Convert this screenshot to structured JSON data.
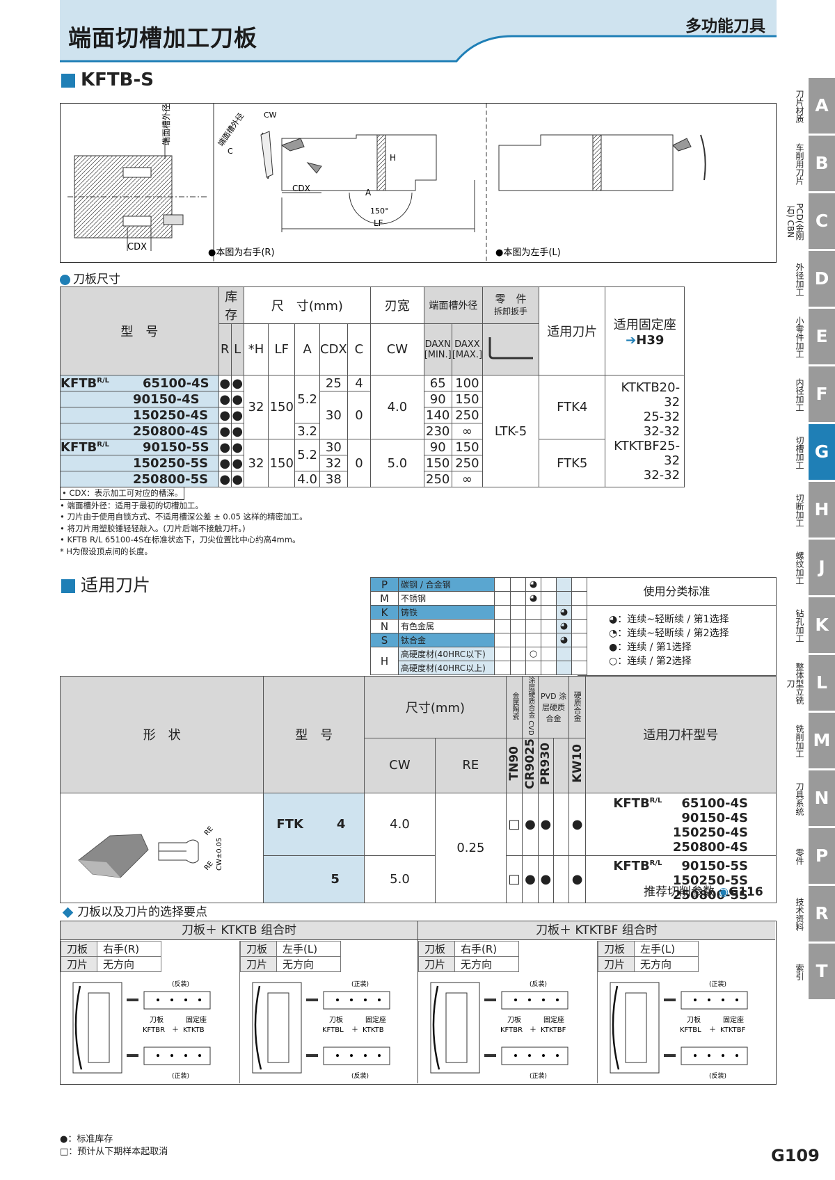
{
  "header": {
    "title": "端面切槽加工刀板",
    "category": "多功能刀具"
  },
  "section1": {
    "title": "KFTB-S"
  },
  "figure": {
    "label_outer": "端面槽外径",
    "label_cdx": "CDX",
    "label_cw": "CW",
    "label_c": "C",
    "label_h": "H",
    "label_a": "A",
    "label_angle": "150°",
    "label_lf": "LF",
    "right_note": "●本图为右手(R)",
    "left_note": "●本图为左手(L)"
  },
  "spec": {
    "title": "刀板尺寸",
    "h_model": "型　号",
    "h_stock": "库存",
    "h_dims": "尺　寸(mm)",
    "h_width": "刃宽",
    "h_outer": "端面槽外径",
    "h_parts": "零　件",
    "h_wrench": "拆卸扳手",
    "h_insert": "适用刀片",
    "h_holder": "适用固定座",
    "h_holder_ref": "H39",
    "c_r": "R",
    "c_l": "L",
    "c_h": "*H",
    "c_lf": "LF",
    "c_a": "A",
    "c_cdx": "CDX",
    "c_c": "C",
    "c_cw": "CW",
    "c_daxn": "DAXN [MIN.]",
    "c_daxx": "DAXX [MAX.]",
    "prefix": "KFTB",
    "rows": [
      {
        "p": "65100-4S",
        "daxn": "65",
        "daxx": "100"
      },
      {
        "p": "90150-4S",
        "daxn": "90",
        "daxx": "150"
      },
      {
        "p": "150250-4S",
        "daxn": "140",
        "daxx": "250"
      },
      {
        "p": "250800-4S",
        "daxn": "230",
        "daxx": "∞"
      },
      {
        "p": "90150-5S",
        "daxn": "90",
        "daxx": "150"
      },
      {
        "p": "150250-5S",
        "daxn": "150",
        "daxx": "250"
      },
      {
        "p": "250800-5S",
        "daxn": "250",
        "daxx": "∞"
      }
    ],
    "g1": {
      "h": "32",
      "lf": "150",
      "a1": "5.2",
      "a2": "3.2",
      "cdx1": "25",
      "cdx2": "30",
      "c1": "4",
      "c2": "0",
      "cw": "4.0",
      "insert": "FTK4"
    },
    "g2": {
      "h": "32",
      "lf": "150",
      "a1": "5.2",
      "a2": "4.0",
      "cdx1": "30",
      "cdx2": "32",
      "cdx3": "38",
      "c": "0",
      "cw": "5.0",
      "insert": "FTK5"
    },
    "wrench": "LTK-5",
    "holders": [
      "KTKTB20-32",
      "25-32",
      "32-32",
      "KTKTBF25-32",
      "32-32"
    ]
  },
  "notes": [
    "• CDX：表示加工可对应的槽深。",
    "• 端面槽外径：适用于最初的切槽加工。",
    "• 刀片由于使用自锁方式、不适用槽深公差 ± 0.05 这样的精密加工。",
    "• 将刀片用塑胶锤轻轻敲入。(刀片后端不接触刀杆。)",
    "• KFTB R/L 65100-4S在标准状态下，刀尖位置比中心约高4mm。",
    "* H为假设顶点间的长度。"
  ],
  "section2": {
    "title": "适用刀片"
  },
  "materials": [
    {
      "code": "P",
      "name": "碳钢 / 合金钢",
      "mark": "◕",
      "col": 3
    },
    {
      "code": "M",
      "name": "不锈钢",
      "mark": "◕",
      "col": 3
    },
    {
      "code": "K",
      "name": "铸铁",
      "mark": "◕",
      "col": 5
    },
    {
      "code": "N",
      "name": "有色金属",
      "mark": "◕",
      "col": 5
    },
    {
      "code": "S",
      "name": "钛合金",
      "mark": "◕",
      "col": 5
    },
    {
      "code": "H",
      "name": "高硬度材(40HRC以下)",
      "mark": "○",
      "col": 3
    },
    {
      "code": "",
      "name": "高硬度材(40HRC以上)",
      "mark": "",
      "col": 0
    }
  ],
  "legend": {
    "title": "使用分类标准",
    "items": [
      "◕：连续~轻断续 / 第1选择",
      "◔：连续~轻断续 / 第2选择",
      "●：连续 / 第1选择",
      "○：连续 / 第2选择"
    ]
  },
  "insert_table": {
    "h_shape": "形　状",
    "h_model": "型　号",
    "h_dims": "尺寸(mm)",
    "h_cw": "CW",
    "h_re": "RE",
    "h_holder": "适用刀杆型号",
    "h_grades": [
      "金属陶瓷",
      "涂层硬质合金 CVD",
      "PVD 涂层硬质合金",
      "硬质合金"
    ],
    "grades": [
      "TN90",
      "CR9025",
      "PR930",
      "KW10"
    ],
    "shape_re": "RE",
    "shape_cw": "CW±0.05",
    "model": "FTK",
    "rows": [
      {
        "no": "4",
        "cw": "4.0",
        "marks": [
          "□",
          "●",
          "●",
          "●"
        ],
        "prefix": "KFTB",
        "holders": [
          "65100-4S",
          "90150-4S",
          "150250-4S",
          "250800-4S"
        ]
      },
      {
        "no": "5",
        "cw": "5.0",
        "marks": [
          "□",
          "●",
          "●",
          "●"
        ],
        "prefix": "KFTB",
        "holders": [
          "90150-5S",
          "150250-5S",
          "250800-5S"
        ]
      }
    ],
    "re": "0.25"
  },
  "recommend": {
    "text": "推荐切削参数",
    "ref": "G116"
  },
  "section3": {
    "title": "刀板以及刀片的选择要点"
  },
  "combo": {
    "left_title": "刀板＋ KTKTB 组合时",
    "right_title": "刀板＋ KTKTBF 组合时",
    "k_plate": "刀板",
    "k_insert": "刀片",
    "cells": [
      {
        "plate": "右手(R)",
        "insert": "无方向",
        "top": "(反装)",
        "bot": "(正装)",
        "p1": "刀板",
        "p2": "KFTBR",
        "p3": "固定座",
        "p4": "KTKTB"
      },
      {
        "plate": "左手(L)",
        "insert": "无方向",
        "top": "(正装)",
        "bot": "(反装)",
        "p1": "刀板",
        "p2": "KFTBL",
        "p3": "固定座",
        "p4": "KTKTB"
      },
      {
        "plate": "右手(R)",
        "insert": "无方向",
        "top": "(反装)",
        "bot": "(正装)",
        "p1": "刀板",
        "p2": "KFTBR",
        "p3": "固定座",
        "p4": "KTKTBF"
      },
      {
        "plate": "左手(L)",
        "insert": "无方向",
        "top": "(正装)",
        "bot": "(反装)",
        "p1": "刀板",
        "p2": "KFTBL",
        "p3": "固定座",
        "p4": "KTKTBF"
      }
    ],
    "plus": "＋"
  },
  "footer": {
    "l1": "●：标准库存",
    "l2": "□：预计从下期样本起取消",
    "page": "G109"
  },
  "tabs": [
    {
      "letter": "A",
      "text": "刀片材质"
    },
    {
      "letter": "B",
      "text": "车削用刀片"
    },
    {
      "letter": "C",
      "text": "PCD(金刚石) CBN"
    },
    {
      "letter": "D",
      "text": "外径加工"
    },
    {
      "letter": "E",
      "text": "小零件加工"
    },
    {
      "letter": "F",
      "text": "内径加工"
    },
    {
      "letter": "G",
      "text": "切槽加工"
    },
    {
      "letter": "H",
      "text": "切断加工"
    },
    {
      "letter": "J",
      "text": "螺纹加工"
    },
    {
      "letter": "K",
      "text": "钻孔加工"
    },
    {
      "letter": "L",
      "text": "整体型立铣刀"
    },
    {
      "letter": "M",
      "text": "铣削加工"
    },
    {
      "letter": "N",
      "text": "刀具系统"
    },
    {
      "letter": "P",
      "text": "零件"
    },
    {
      "letter": "R",
      "text": "技术资料"
    },
    {
      "letter": "T",
      "text": "索引"
    }
  ],
  "colors": {
    "accent": "#1f7fb6",
    "header_band": "#cfe3ef",
    "active_tab": "#1f7fb6",
    "tab": "#9a9a9a"
  }
}
